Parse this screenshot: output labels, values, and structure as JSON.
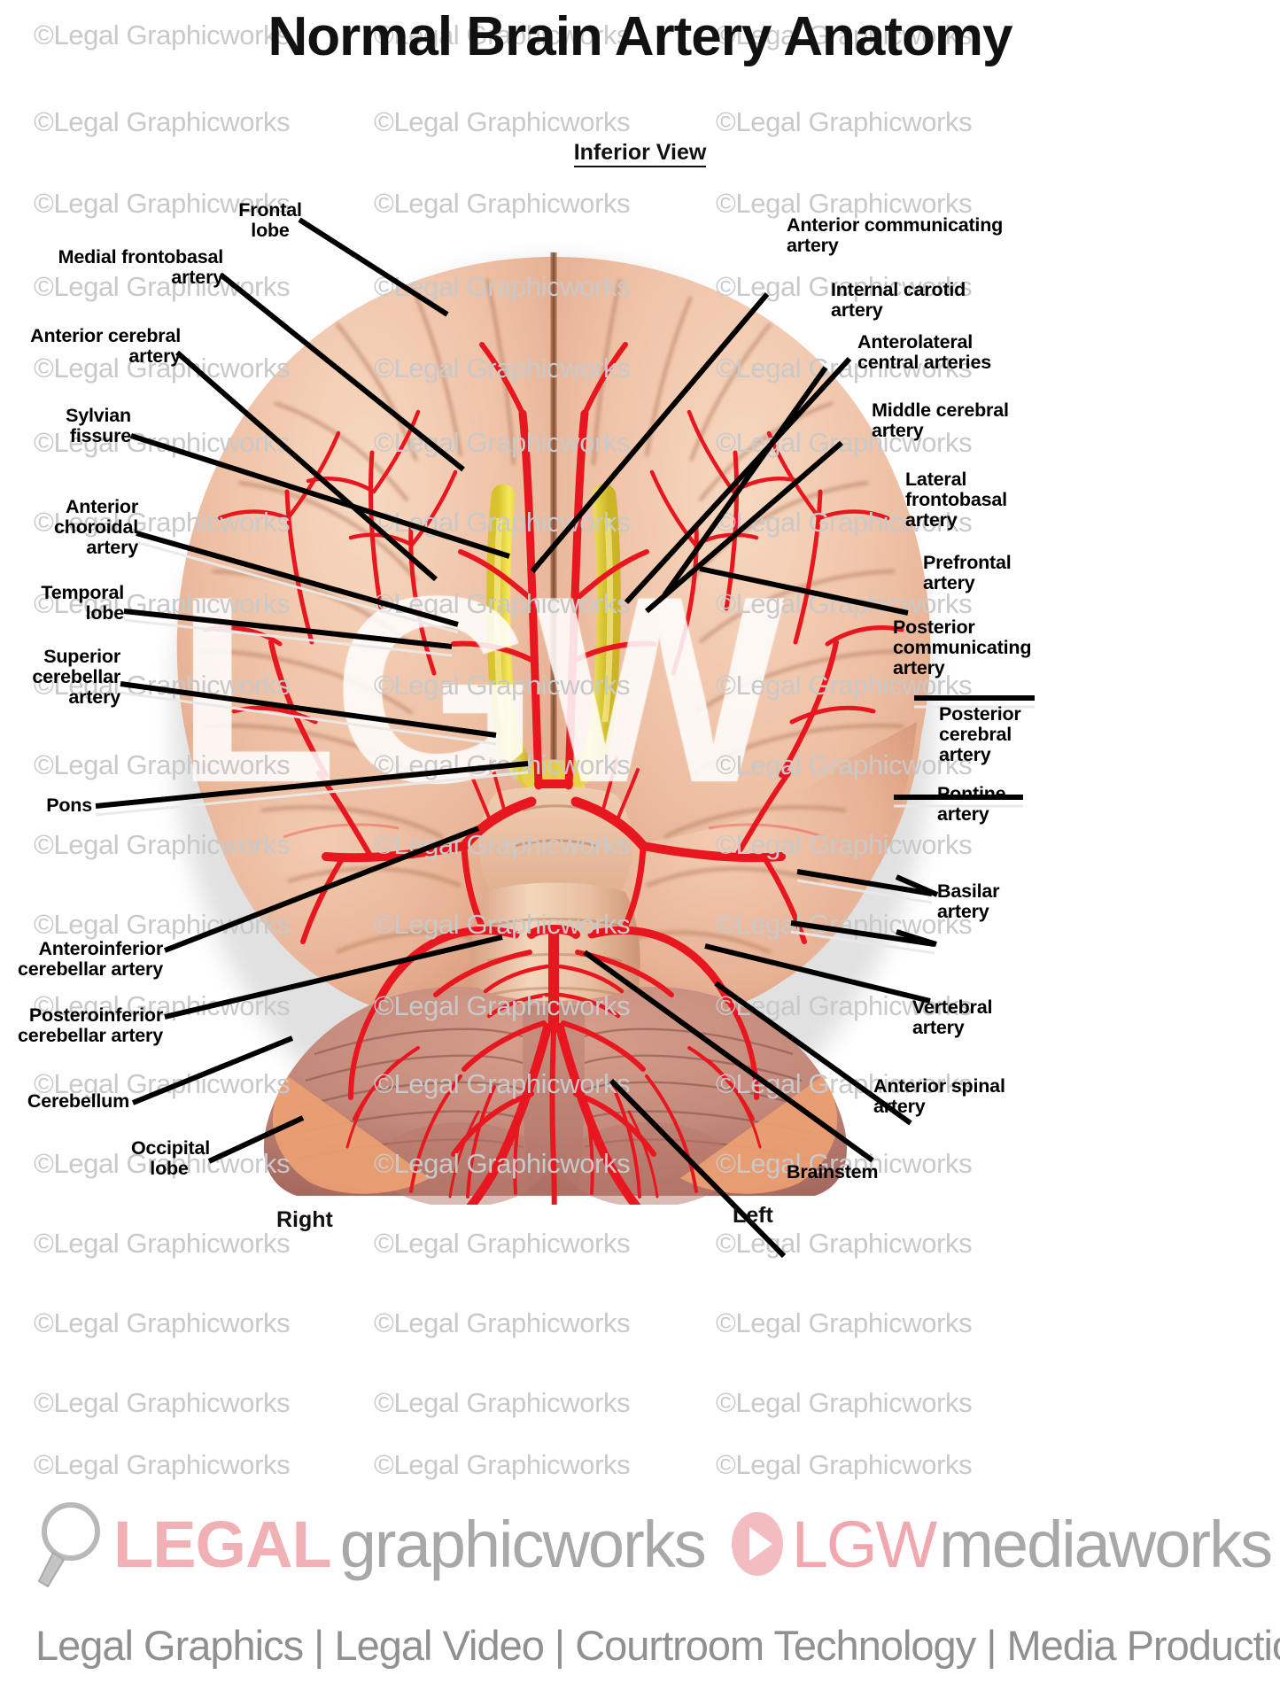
{
  "header": {
    "title": "Normal Brain Artery Anatomy",
    "subtitle": "Inferior View"
  },
  "orientation": {
    "right": "Right",
    "left": "Left"
  },
  "labels_left": [
    {
      "id": "frontal-lobe",
      "text": "Frontal\nlobe"
    },
    {
      "id": "medial-frontobasal-artery",
      "text": "Medial frontobasal\nartery"
    },
    {
      "id": "anterior-cerebral-artery",
      "text": "Anterior cerebral\nartery"
    },
    {
      "id": "sylvian-fissure",
      "text": "Sylvian\nfissure"
    },
    {
      "id": "anterior-choroidal-artery",
      "text": "Anterior\nchoroidal\nartery"
    },
    {
      "id": "temporal-lobe",
      "text": "Temporal\nlobe"
    },
    {
      "id": "superior-cerebellar-artery",
      "text": "Superior\ncerebellar\nartery"
    },
    {
      "id": "pons",
      "text": "Pons"
    },
    {
      "id": "anteroinferior-cerebellar-artery",
      "text": "Anteroinferior\ncerebellar artery"
    },
    {
      "id": "posteroinferior-cerebellar-artery",
      "text": "Posteroinferior\ncerebellar artery"
    },
    {
      "id": "cerebellum",
      "text": "Cerebellum"
    },
    {
      "id": "occipital-lobe",
      "text": "Occipital\nlobe"
    }
  ],
  "labels_right": [
    {
      "id": "anterior-communicating-artery",
      "text": "Anterior communicating\nartery"
    },
    {
      "id": "internal-carotid-artery",
      "text": "Internal carotid\nartery"
    },
    {
      "id": "anterolateral-central-arteries",
      "text": "Anterolateral\ncentral arteries"
    },
    {
      "id": "middle-cerebral-artery",
      "text": "Middle cerebral\nartery"
    },
    {
      "id": "lateral-frontobasal-artery",
      "text": "Lateral\nfrontobasal\nartery"
    },
    {
      "id": "prefrontal-artery",
      "text": "Prefrontal\nartery"
    },
    {
      "id": "posterior-communicating-artery",
      "text": "Posterior\ncommunicating\nartery"
    },
    {
      "id": "posterior-cerebral-artery",
      "text": "Posterior\ncerebral\nartery"
    },
    {
      "id": "pontine-artery",
      "text": "Pontine\nartery"
    },
    {
      "id": "basilar-artery",
      "text": "Basilar\nartery"
    },
    {
      "id": "vertebral-artery",
      "text": "Vertebral\nartery"
    },
    {
      "id": "anterior-spinal-artery",
      "text": "Anterior spinal\nartery"
    },
    {
      "id": "brainstem",
      "text": "Brainstem"
    }
  ],
  "watermark": {
    "text": "©Legal Graphicworks",
    "mark": "LGW"
  },
  "footer": {
    "brand_legal": "LEGAL",
    "brand_graphicworks": "graphicworks",
    "brand_lgw": "LGW",
    "brand_mediaworks": "mediaworks",
    "tagline": "Legal Graphics | Legal Video | Courtroom Technology | Media Production"
  },
  "colors": {
    "artery": "#e8171f",
    "nerve": "#f2d93c",
    "cortex": "#eec0a4",
    "cerebellum": "#c98879",
    "brand_pink": "#f0b0b4",
    "brand_gray": "#a8a8a8",
    "watermark_gray": "#c9c9c9"
  }
}
